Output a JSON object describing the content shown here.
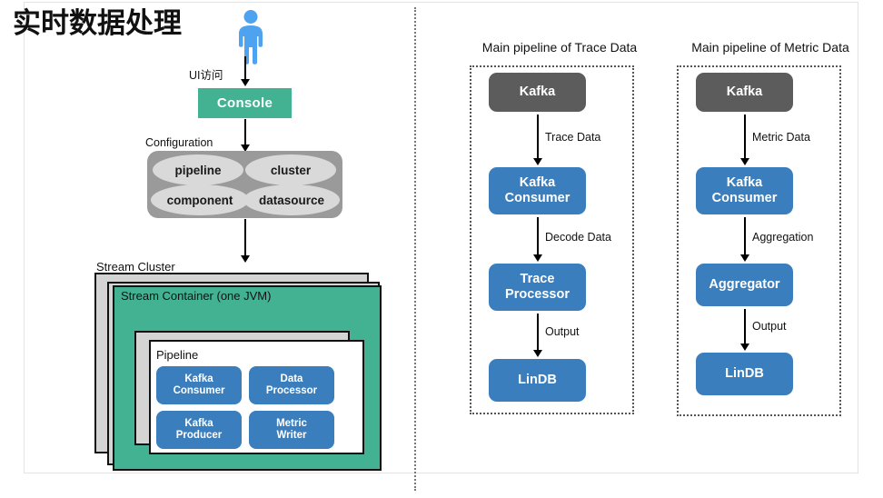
{
  "slide": {
    "title": "实时数据处理"
  },
  "colors": {
    "teal": "#43b293",
    "blue": "#3a7ebd",
    "gray_dark": "#5c5c5c",
    "gray_mid": "#9a9a9a",
    "gray_light": "#d4d4d4",
    "ellipse_gray": "#d9d9d9",
    "person_blue": "#4da3f0",
    "text": "#111111"
  },
  "left": {
    "person_icon": "person-icon",
    "ui_access_label": "UI访问",
    "console_label": "Console",
    "configuration_label": "Configuration",
    "configuration_items": [
      "pipeline",
      "cluster",
      "component",
      "datasource"
    ],
    "stream_cluster_label": "Stream Cluster",
    "stream_container_label": "Stream Container (one JVM)",
    "pipeline_label": "Pipeline",
    "pipeline_components": [
      "Kafka\nConsumer",
      "Data\nProcessor",
      "Kafka\nProducer",
      "Metric\nWriter"
    ]
  },
  "trace_pipeline": {
    "title": "Main pipeline of Trace Data",
    "nodes": [
      {
        "label": "Kafka",
        "style": "gray"
      },
      {
        "label": "Kafka\nConsumer",
        "style": "blue"
      },
      {
        "label": "Trace\nProcessor",
        "style": "blue"
      },
      {
        "label": "LinDB",
        "style": "blue"
      }
    ],
    "edges": [
      "Trace Data",
      "Decode Data",
      "Output"
    ]
  },
  "metric_pipeline": {
    "title": "Main pipeline of Metric Data",
    "nodes": [
      {
        "label": "Kafka",
        "style": "gray"
      },
      {
        "label": "Kafka\nConsumer",
        "style": "blue"
      },
      {
        "label": "Aggregator",
        "style": "blue"
      },
      {
        "label": "LinDB",
        "style": "blue"
      }
    ],
    "edges": [
      "Metric Data",
      "Aggregation",
      "Output"
    ]
  }
}
